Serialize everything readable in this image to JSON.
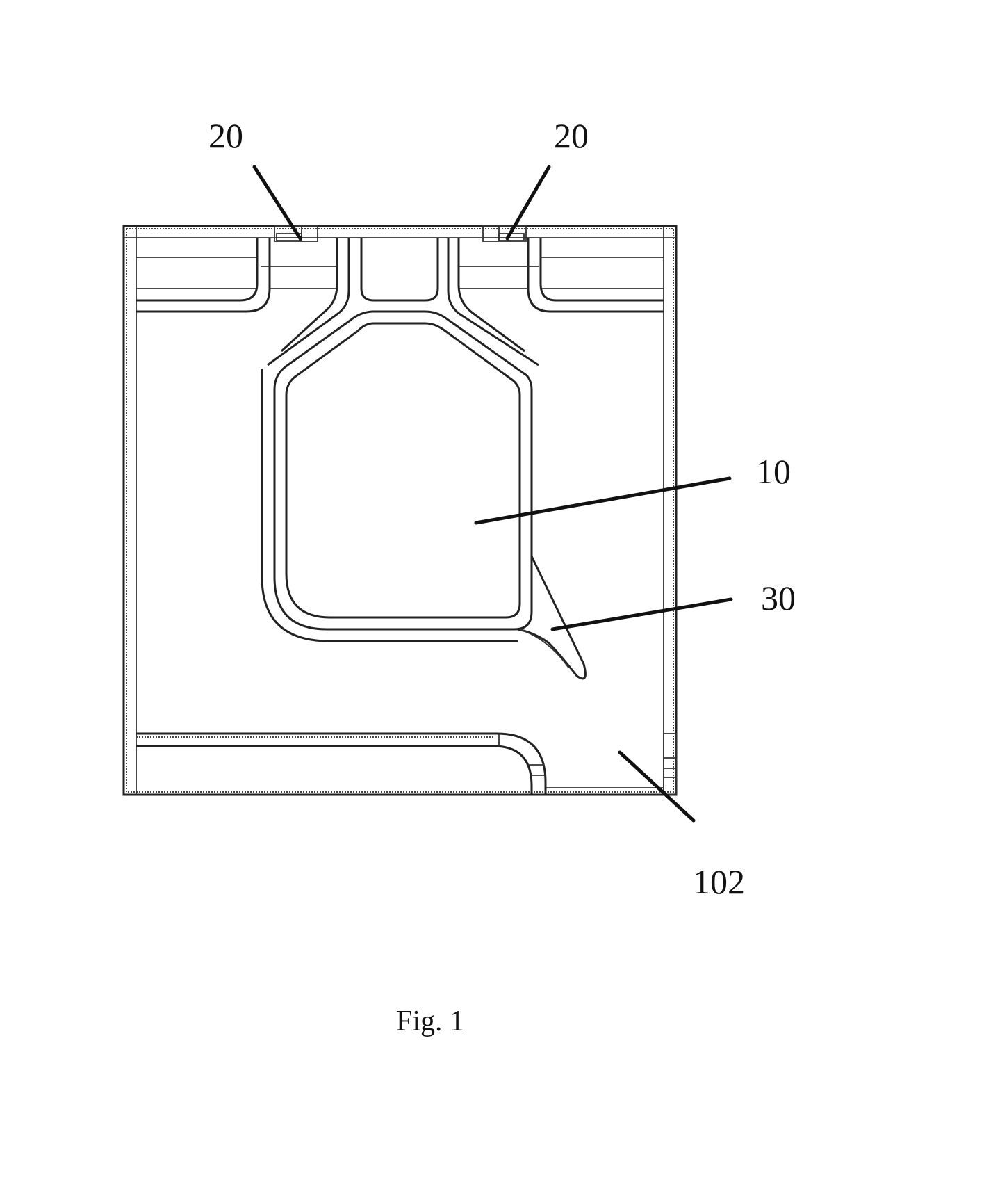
{
  "labels": {
    "port_left": "20",
    "port_right": "20",
    "chamber": "10",
    "wall_branch": "30",
    "outlet": "102"
  },
  "caption": "Fig. 1"
}
